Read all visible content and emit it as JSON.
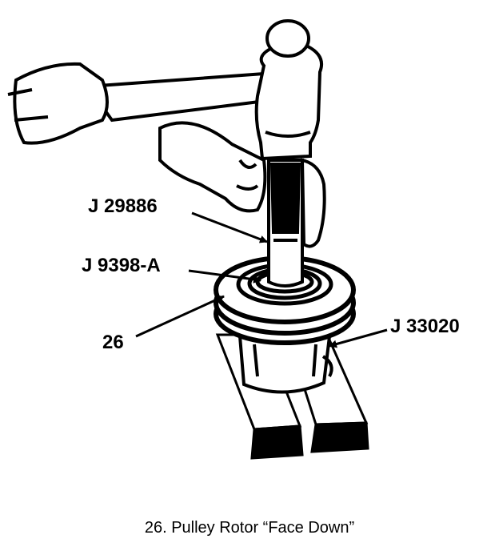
{
  "labels": {
    "j29886": "J 29886",
    "j9398a": "J 9398-A",
    "part26": "26",
    "j33020": "J 33020"
  },
  "caption": "26.  Pulley Rotor “Face Down”",
  "colors": {
    "ink": "#000000",
    "paper": "#ffffff"
  }
}
